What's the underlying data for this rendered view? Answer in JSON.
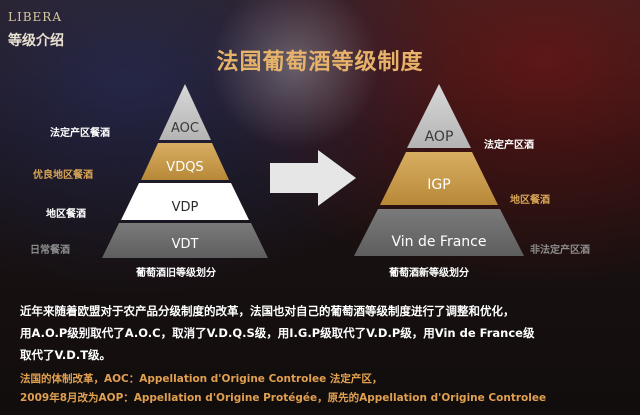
{
  "brand": "LIBERA",
  "section_title": "等级介绍",
  "main_title": "法国葡萄酒等级制度",
  "old_system": {
    "caption": "葡萄酒旧等级划分",
    "tiers": [
      {
        "code": "AOC",
        "label": "法定产区餐酒"
      },
      {
        "code": "VDQS",
        "label": "优良地区餐酒"
      },
      {
        "code": "VDP",
        "label": "地区餐酒"
      },
      {
        "code": "VDT",
        "label": "日常餐酒"
      }
    ]
  },
  "new_system": {
    "caption": "葡萄酒新等级划分",
    "tiers": [
      {
        "code": "AOP",
        "label": "法定产区酒"
      },
      {
        "code": "IGP",
        "label": "地区餐酒"
      },
      {
        "code": "Vin de France",
        "label": "非法定产区酒"
      }
    ]
  },
  "paragraph": {
    "line1": "近年来随着欧盟对于农产品分级制度的改革，法国也对自己的葡萄酒等级制度进行了调整和优化，",
    "line2": "用A.O.P级别取代了A.O.C，取消了V.D.Q.S级，用I.G.P级取代了V.D.P级，用Vin de France级",
    "line3": "取代了V.D.T级。"
  },
  "notes": {
    "note1": "法国的体制改革，AOC：Appellation d'Origine Controlee 法定产区，",
    "note2": "2009年8月改为AOP：Appellation d'Origine Protégée，原先的Appellation d'Origine Controlee"
  },
  "colors": {
    "gold": "#c79a4e",
    "white": "#ffffff",
    "grey": "#8a8a8a",
    "label_gold": "#d7a454"
  }
}
